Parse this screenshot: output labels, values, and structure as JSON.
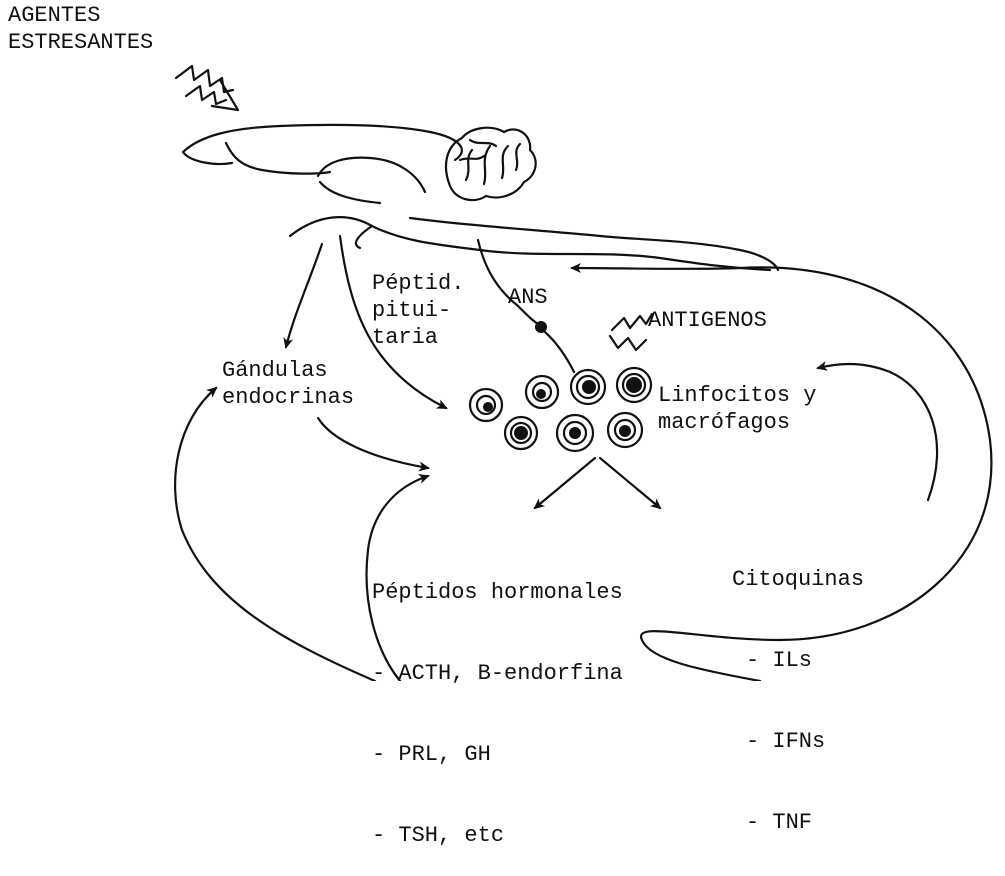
{
  "labels": {
    "stressors": "AGENTES\nESTRESANTES",
    "pituitary_peptides": "Péptid.\npitui-\ntaria",
    "ans": "ANS",
    "antigens": "ANTIGENOS",
    "endocrine_glands": "Gándulas\nendocrinas",
    "lymphocytes": "Linfocitos y\nmacrófagos",
    "hormonal_peptides": {
      "title": "Péptidos hormonales",
      "items": [
        "- ACTH, B-endorfina",
        "- PRL, GH",
        "- TSH, etc"
      ]
    },
    "cytokines": {
      "title": "Citoquinas",
      "items": [
        "- ILs",
        "- IFNs",
        "- TNF"
      ]
    }
  },
  "icons": [
    "stressor-arrow-icon",
    "brain-icon",
    "antigen-icon",
    "lymphocyte-icon",
    "macrophage-icon",
    "ans-neuron-icon"
  ],
  "colors": {
    "ink": "#111111",
    "background": "#ffffff"
  }
}
